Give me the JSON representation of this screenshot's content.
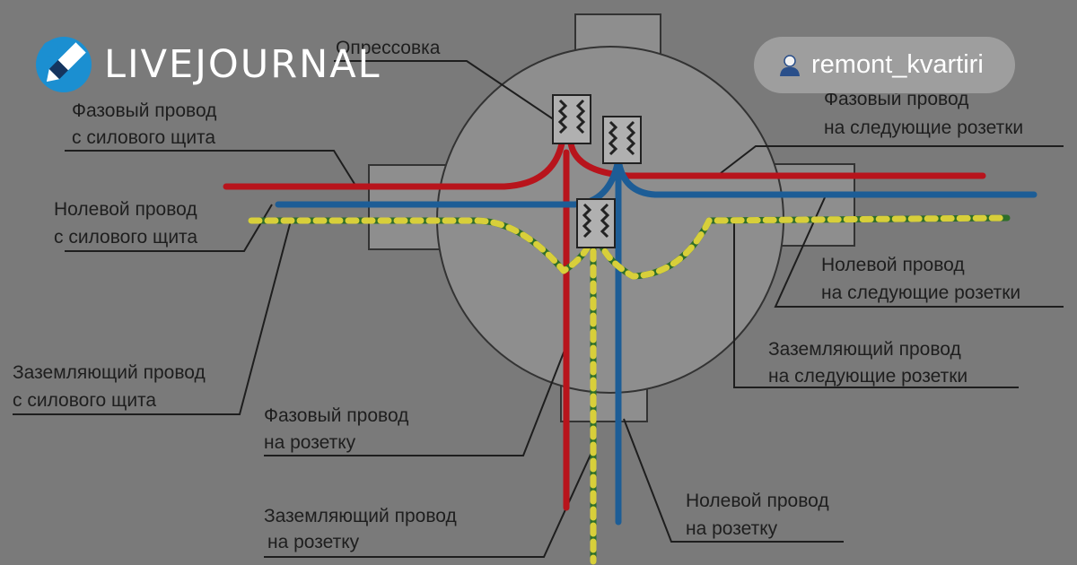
{
  "header": {
    "brand_name": "LIVEJOURNAL",
    "logo_icon": "livejournal-pencil-icon",
    "user_icon": "user-icon",
    "username": "remont_kvartiri"
  },
  "colors": {
    "background": "#7a7a7a",
    "box": "#8e8e8e",
    "phase_wire": "#b8141c",
    "neutral_wire": "#1d5d96",
    "ground_wire_green": "#2e6e2a",
    "ground_wire_yellow": "#d8cf3a",
    "brand_blue": "#1b8fd1",
    "badge": "#9e9e9e"
  },
  "diagram": {
    "crimp_label": "Опрессовка",
    "labels": {
      "phase_in": [
        "Фазовый провод",
        "с силового щита"
      ],
      "phase_next": [
        "Фазовый провод",
        "на следующие розетки"
      ],
      "neutral_in": [
        "Нолевой провод",
        "с силового щита"
      ],
      "neutral_next": [
        "Нолевой провод",
        "на следующие розетки"
      ],
      "ground_in": [
        "Заземляющий провод",
        "с силового щита"
      ],
      "ground_next": [
        "Заземляющий провод",
        "на следующие розетки"
      ],
      "phase_socket": [
        "Фазовый провод",
        "на розетку"
      ],
      "ground_socket": [
        "Заземляющий провод",
        "на розетку"
      ],
      "neutral_socket": [
        "Нолевой провод",
        "на розетку"
      ]
    }
  }
}
